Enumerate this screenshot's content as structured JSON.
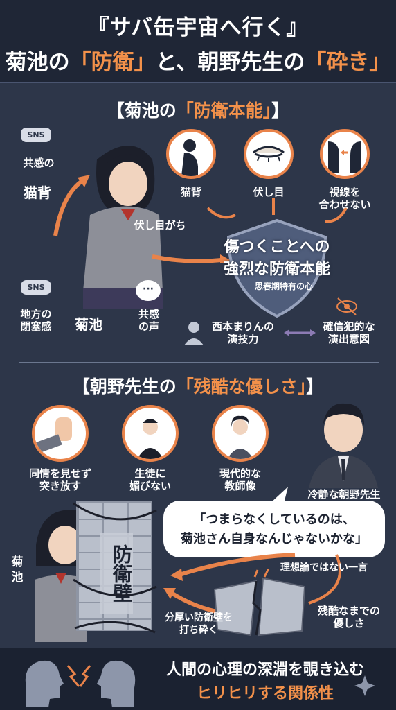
{
  "header": {
    "title_line1": "『サバ缶宇宙へ行く』",
    "title_line2_a": "菊池の",
    "title_line2_b": "「防衛」",
    "title_line2_c": "と、朝野先生の",
    "title_line2_d": "「砕き」"
  },
  "section1": {
    "title_a": "【菊池の",
    "title_b": "「防衛本能」",
    "title_c": "】",
    "sns_badge": "SNS",
    "sns_label1": "共感の",
    "nekoze_big": "猫背",
    "fuseme_gachi": "伏し目がち",
    "sns_label2_l1": "地方の",
    "sns_label2_l2": "閉塞感",
    "kikuchi_name": "菊池",
    "kyokan_l1": "共感",
    "kyokan_l2": "の声",
    "icons": [
      {
        "label": "猫背",
        "icon": "hunched-back-icon"
      },
      {
        "label": "伏し目",
        "icon": "downcast-eye-icon"
      },
      {
        "label_l1": "視線を",
        "label_l2": "合わせない",
        "icon": "averted-gaze-icon"
      }
    ],
    "shield_l1": "傷つくことへの",
    "shield_l2": "強烈な防衛本能",
    "shield_sub": "思春期特有の心",
    "nishimoto_l1": "西本まりんの",
    "nishimoto_l2": "演技力",
    "kakushin_l1": "確信犯的な",
    "kakushin_l2": "演出意図"
  },
  "section2": {
    "title_a": "【朝野先生の",
    "title_b": "「残酷な優しさ」",
    "title_c": "】",
    "icons": [
      {
        "l1": "同情を見せず",
        "l2": "突き放す",
        "icon": "hand-push-icon"
      },
      {
        "l1": "生徒に",
        "l2": "媚びない",
        "icon": "student-icon"
      },
      {
        "l1": "現代的な",
        "l2": "教師像",
        "icon": "teacher-icon"
      }
    ],
    "asano_label": "冷静な朝野先生",
    "quote_l1": "「つまらなくしているのは、",
    "quote_l2": "菊池さん自身なんじゃないかな」",
    "kikuchi_side": "菊池",
    "wall_text": "防衛壁",
    "risou": "理想論ではない一言",
    "zankoku_l1": "残酷なまでの",
    "zankoku_l2": "優しさ",
    "break_l1": "分厚い防衛壁を",
    "break_l2": "打ち砕く"
  },
  "footer": {
    "line1": "人間の心理の深淵を覗き込む",
    "line2": "ヒリヒリする関係性"
  },
  "colors": {
    "accent": "#f3914a",
    "background": "#2d3649",
    "header": "#1f2636"
  }
}
